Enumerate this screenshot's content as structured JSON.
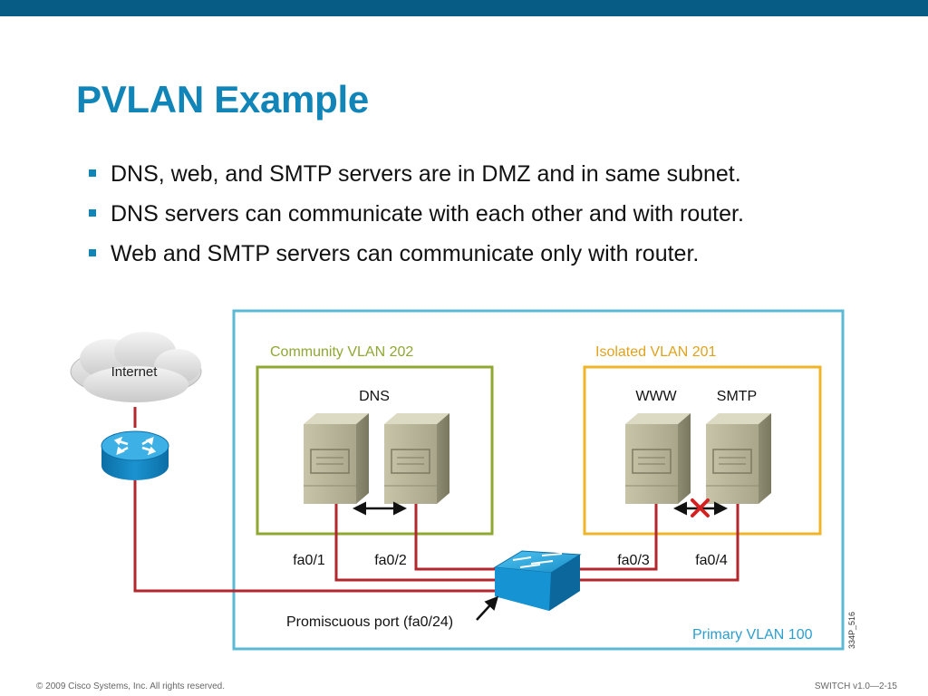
{
  "colors": {
    "accent": "#1185b8",
    "bar": "#075c86",
    "link": "#b3262c",
    "community": "#8ea832",
    "isolated": "#f0b429",
    "primary": "#5bb9d6"
  },
  "slide": {
    "title": "PVLAN Example"
  },
  "bullets": [
    "DNS, web, and SMTP servers are in DMZ and in same subnet.",
    "DNS servers can communicate with each other and with router.",
    "Web and SMTP servers can communicate only with router."
  ],
  "diagram": {
    "internet_label": "Internet",
    "community_vlan_label": "Community VLAN 202",
    "isolated_vlan_label": "Isolated VLAN 201",
    "primary_vlan_label": "Primary VLAN 100",
    "dns_label": "DNS",
    "www_label": "WWW",
    "smtp_label": "SMTP",
    "port_fa01": "fa0/1",
    "port_fa02": "fa0/2",
    "port_fa03": "fa0/3",
    "port_fa04": "fa0/4",
    "promiscuous_label": "Promiscuous port (fa0/24)",
    "figure_id": "334P_516"
  },
  "footer": {
    "copyright": "© 2009 Cisco Systems, Inc. All rights reserved.",
    "course": "SWITCH v1.0—2-15"
  }
}
